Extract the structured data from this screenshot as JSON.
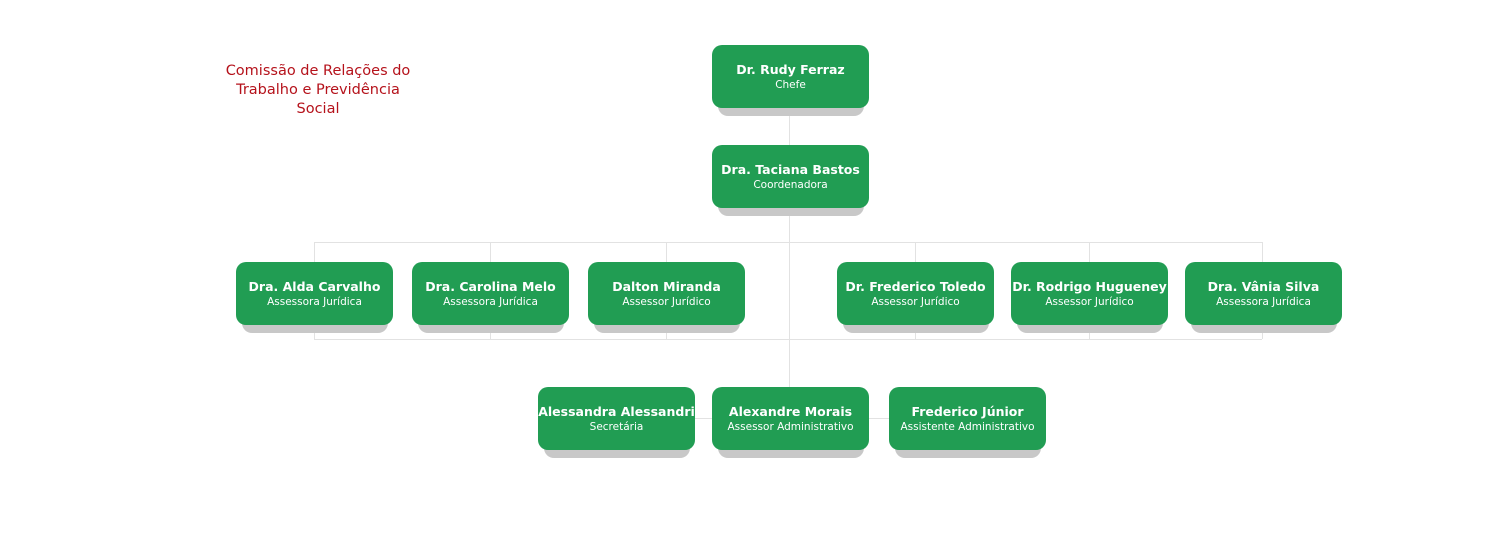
{
  "title": "Comissão de Relações do Trabalho e Previdência Social",
  "colors": {
    "node": "#219d53",
    "title": "#b5121b"
  },
  "nodes": [
    {
      "name": "Dr. Rudy Ferraz",
      "role": "Chefe"
    },
    {
      "name": "Dra. Taciana Bastos",
      "role": "Coordenadora"
    },
    {
      "name": "Dra. Alda Carvalho",
      "role": "Assessora Jurídica"
    },
    {
      "name": "Dra. Carolina Melo",
      "role": "Assessora Jurídica"
    },
    {
      "name": "Dalton Miranda",
      "role": "Assessor Jurídico"
    },
    {
      "name": "Dr. Frederico Toledo",
      "role": "Assessor Jurídico"
    },
    {
      "name": "Dr. Rodrigo Hugueney",
      "role": "Assessor Jurídico"
    },
    {
      "name": "Dra. Vânia Silva",
      "role": "Assessora Jurídica"
    },
    {
      "name": "Alessandra Alessandri",
      "role": "Secretária"
    },
    {
      "name": "Alexandre Morais",
      "role": "Assessor Administrativo"
    },
    {
      "name": "Frederico Júnior",
      "role": "Assistente Administrativo"
    }
  ]
}
